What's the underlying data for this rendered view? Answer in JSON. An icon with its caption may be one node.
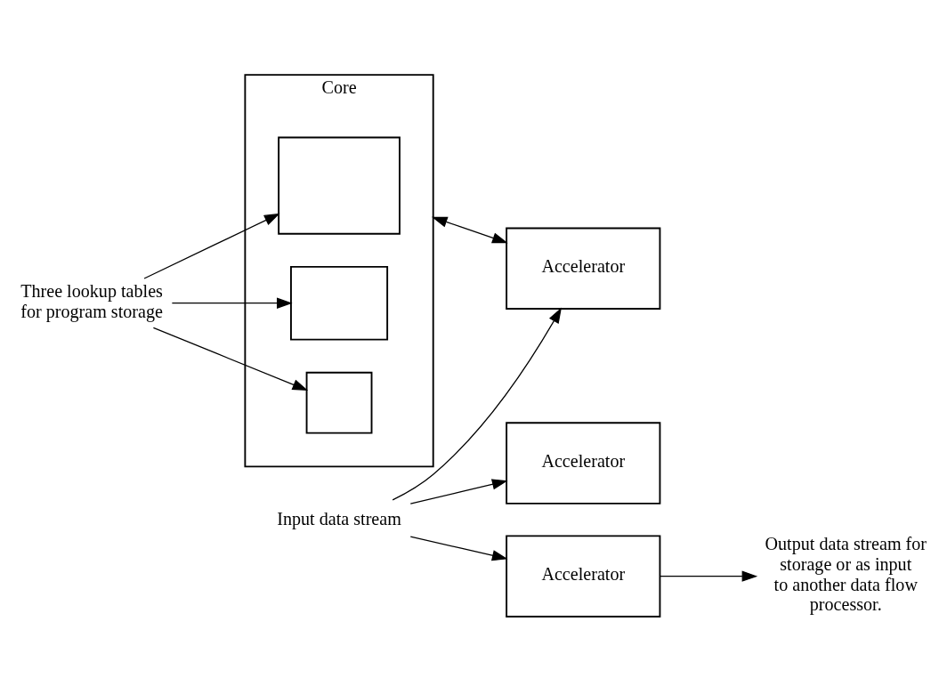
{
  "diagram": {
    "nodes": [
      {
        "text": [
          "Core"
        ]
      },
      {
        "text": [],
        "shape": "box",
        "in": 0
      },
      {
        "text": [],
        "shape": "box",
        "in": 0
      },
      {
        "text": [],
        "shape": "box",
        "in": 0
      },
      {
        "text": [
          "Accelerator"
        ]
      },
      {
        "text": [
          "Accelerator"
        ]
      },
      {
        "text": [
          "Accelerator"
        ]
      },
      {
        "text": [
          "Input data stream"
        ]
      },
      {
        "text": [
          "Three lookup tables for program storage"
        ]
      },
      {
        "text": [
          "Output data stream for storage or as input to another data flow processor."
        ]
      }
    ],
    "edges": [
      {
        "from": 0,
        "to": 4,
        "arrow": "both"
      },
      {
        "from": 7,
        "to": 4,
        "arrow": "to"
      },
      {
        "from": 7,
        "to": 5,
        "arrow": "to"
      },
      {
        "from": 7,
        "to": 6,
        "arrow": "to"
      },
      {
        "from": 8,
        "to": 1,
        "arrow": "to"
      },
      {
        "from": 8,
        "to": 2,
        "arrow": "to"
      },
      {
        "from": 8,
        "to": 3,
        "arrow": "to"
      },
      {
        "from": 6,
        "to": 9,
        "arrow": "to"
      }
    ]
  }
}
